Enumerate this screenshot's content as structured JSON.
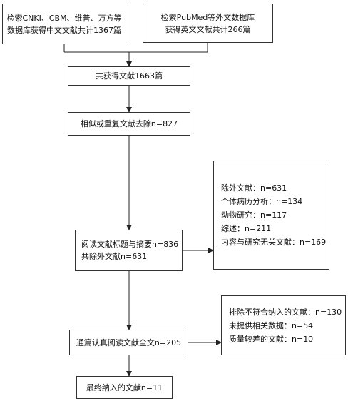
{
  "sources": {
    "chinese": [
      "检索CNKI、CBM、维普、万方等",
      "数据库获得中文文献共计1367篇"
    ],
    "english": [
      "检索PubMed等外文数据库",
      "获得英文文献共计266篇"
    ]
  },
  "steps": {
    "total": "共获得文献1663篇",
    "dedup": "相似或重复文献去除n=827",
    "screen": [
      "阅读文献标题与摘要n=836",
      "共除外文献n=631"
    ],
    "fulltext": "通篇认真阅读文献全文n=205",
    "final": "最终纳入的文献n=11"
  },
  "exclusions_1": [
    "除外文献：n=631",
    "个体病历分析：n=134",
    "动物研究：n=117",
    "综述：n=211",
    "内容与研究无关文献：n=169"
  ],
  "exclusions_2": [
    "排除不符合纳入的文献：n=130",
    "未提供相关数据：n=54",
    "质量较差的文献：n=10"
  ]
}
